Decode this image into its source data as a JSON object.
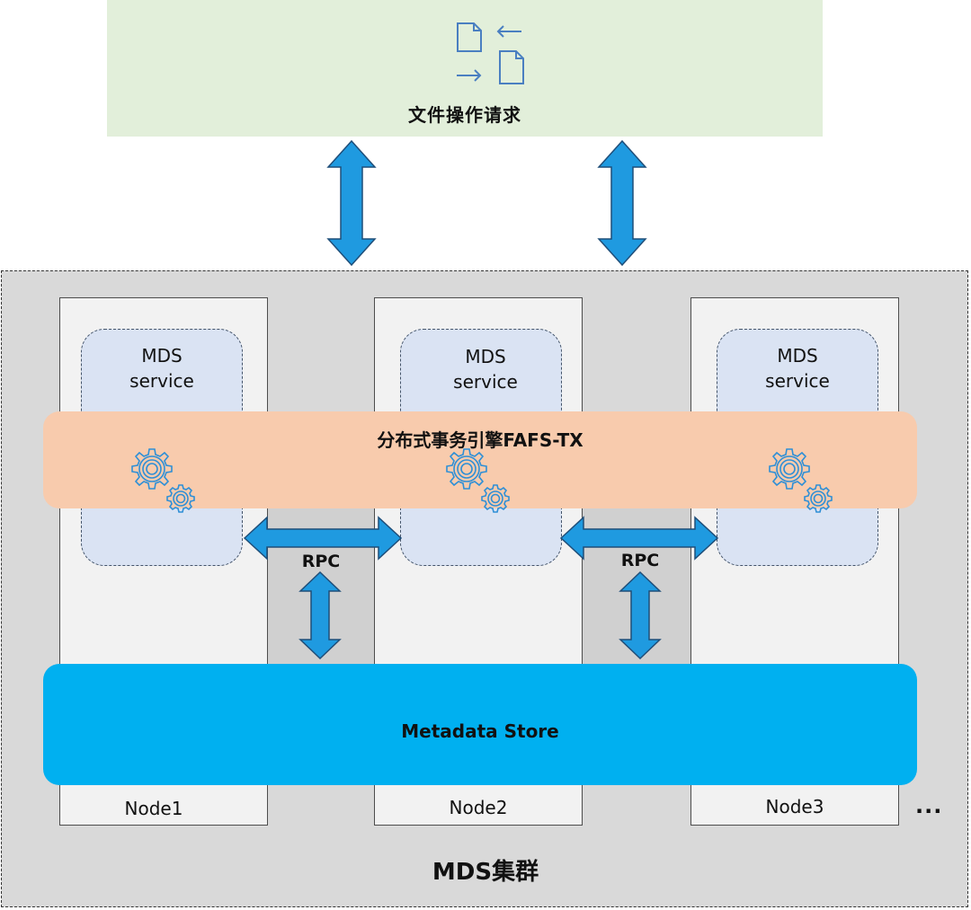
{
  "request": {
    "title": "文件操作请求",
    "icon": "file-transfer-icon"
  },
  "cluster": {
    "title": "MDS集群",
    "ellipsis": "...",
    "nodes": [
      {
        "label": "Node1",
        "service_line1": "MDS",
        "service_line2": "service"
      },
      {
        "label": "Node2",
        "service_line1": "MDS",
        "service_line2": "service"
      },
      {
        "label": "Node3",
        "service_line1": "MDS",
        "service_line2": "service"
      }
    ],
    "rpc_labels": [
      "RPC",
      "RPC"
    ],
    "tx_engine": "分布式事务引擎FAFS-TX",
    "metadata_store": "Metadata Store"
  },
  "colors": {
    "request_bg": "#e2efda",
    "cluster_bg": "#d9d9d9",
    "service_bg": "#dae3f3",
    "tx_band": "#f8cbad",
    "store": "#00b0f0",
    "arrow_fill": "#1f9ae0",
    "arrow_stroke": "#1f4e79",
    "gear": "#2e8fd6",
    "icon_stroke": "#4a7fc1"
  }
}
